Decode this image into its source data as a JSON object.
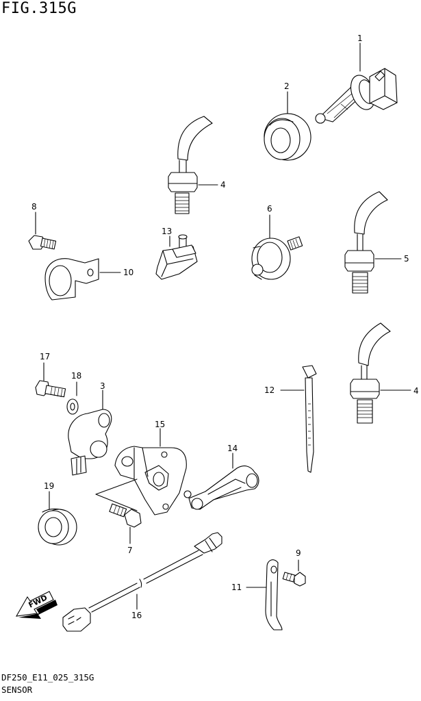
{
  "figure": {
    "title": "FIG.315G",
    "code": "DF250_E11_025_315G",
    "name": "SENSOR",
    "direction_badge": "FWD"
  },
  "callouts": [
    {
      "id": "c1",
      "label": "1"
    },
    {
      "id": "c2",
      "label": "2"
    },
    {
      "id": "c3",
      "label": "3"
    },
    {
      "id": "c4a",
      "label": "4"
    },
    {
      "id": "c4b",
      "label": "4"
    },
    {
      "id": "c5",
      "label": "5"
    },
    {
      "id": "c6",
      "label": "6"
    },
    {
      "id": "c7",
      "label": "7"
    },
    {
      "id": "c8",
      "label": "8"
    },
    {
      "id": "c9",
      "label": "9"
    },
    {
      "id": "c10",
      "label": "10"
    },
    {
      "id": "c11",
      "label": "11"
    },
    {
      "id": "c12",
      "label": "12"
    },
    {
      "id": "c13",
      "label": "13"
    },
    {
      "id": "c14",
      "label": "14"
    },
    {
      "id": "c15",
      "label": "15"
    },
    {
      "id": "c16",
      "label": "16"
    },
    {
      "id": "c17",
      "label": "17"
    },
    {
      "id": "c18",
      "label": "18"
    },
    {
      "id": "c19",
      "label": "19"
    }
  ]
}
